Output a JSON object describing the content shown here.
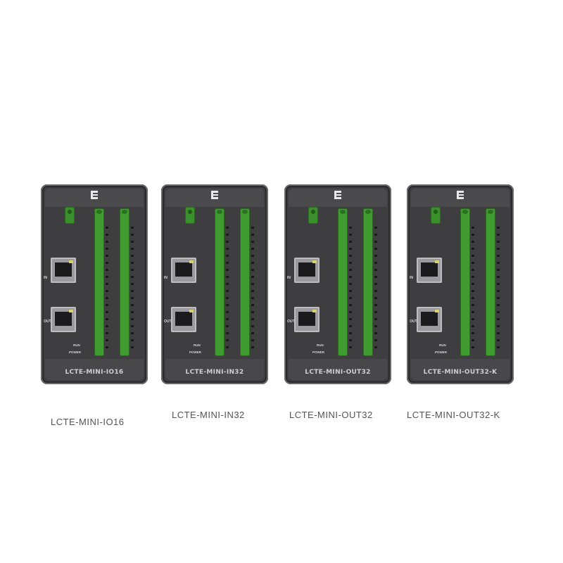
{
  "devices": [
    {
      "model": "LCTE-MINI-IO16",
      "caption": "LCTE-MINI-IO16",
      "in_label": "IN",
      "out_label": "OUT",
      "run_label": "RUN",
      "power_label": "POWER"
    },
    {
      "model": "LCTE-MINI-IN32",
      "caption": "LCTE-MINI-IN32",
      "in_label": "IN",
      "out_label": "OUT",
      "run_label": "RUN",
      "power_label": "POWER"
    },
    {
      "model": "LCTE-MINI-OUT32",
      "caption": "LCTE-MINI-OUT32",
      "in_label": "IN",
      "out_label": "OUT",
      "run_label": "RUN",
      "power_label": "POWER"
    },
    {
      "model": "LCTE-MINI-OUT32-K",
      "caption": "LCTE-MINI-OUT32-K",
      "in_label": "IN",
      "out_label": "OUT",
      "run_label": "RUN",
      "power_label": "POWER"
    }
  ],
  "colors": {
    "body": "#3e3e40",
    "terminal": "#3f9a30",
    "background": "#ffffff"
  },
  "icons": [
    "logo-icon",
    "rj45-port-icon",
    "terminal-block-icon"
  ]
}
